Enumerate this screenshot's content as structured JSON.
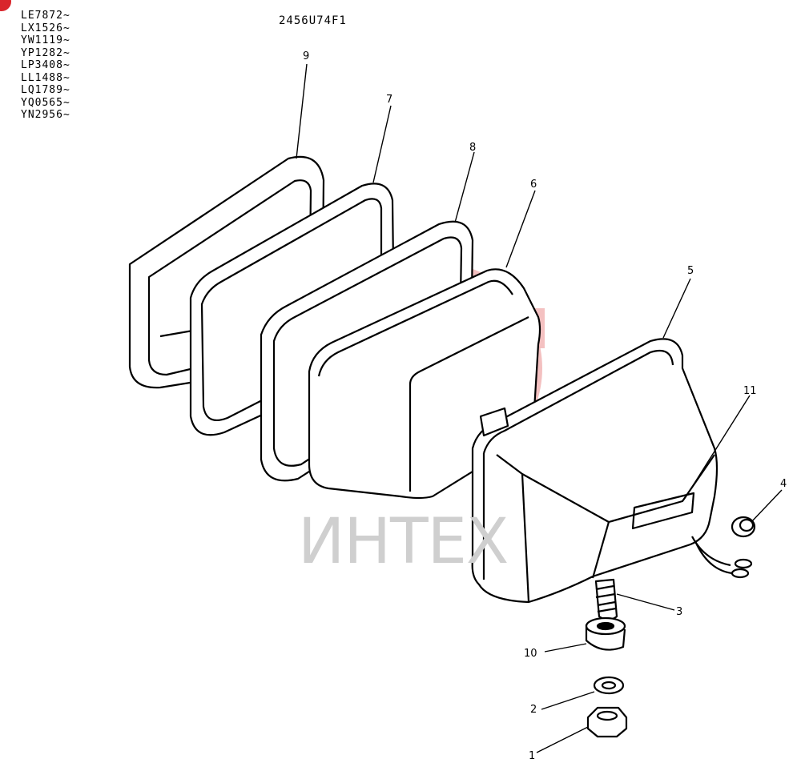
{
  "drawing_code": "2456U74F1",
  "serial_ranges": [
    "LE7872~",
    "LX1526~",
    "YW1119~",
    "YP1282~",
    "LP3408~",
    "LL1488~",
    "LQ1789~",
    "YQ0565~",
    "YN2956~"
  ],
  "watermark": "ИНТЕХ",
  "callouts": {
    "c1": "1",
    "c2": "2",
    "c3": "3",
    "c4": "4",
    "c5": "5",
    "c6": "6",
    "c7": "7",
    "c8": "8",
    "c9": "9",
    "c10": "10",
    "c11": "11"
  },
  "colors": {
    "watermark": "#f2b6b6",
    "corner_mark": "#d9262c",
    "line": "#000000"
  }
}
